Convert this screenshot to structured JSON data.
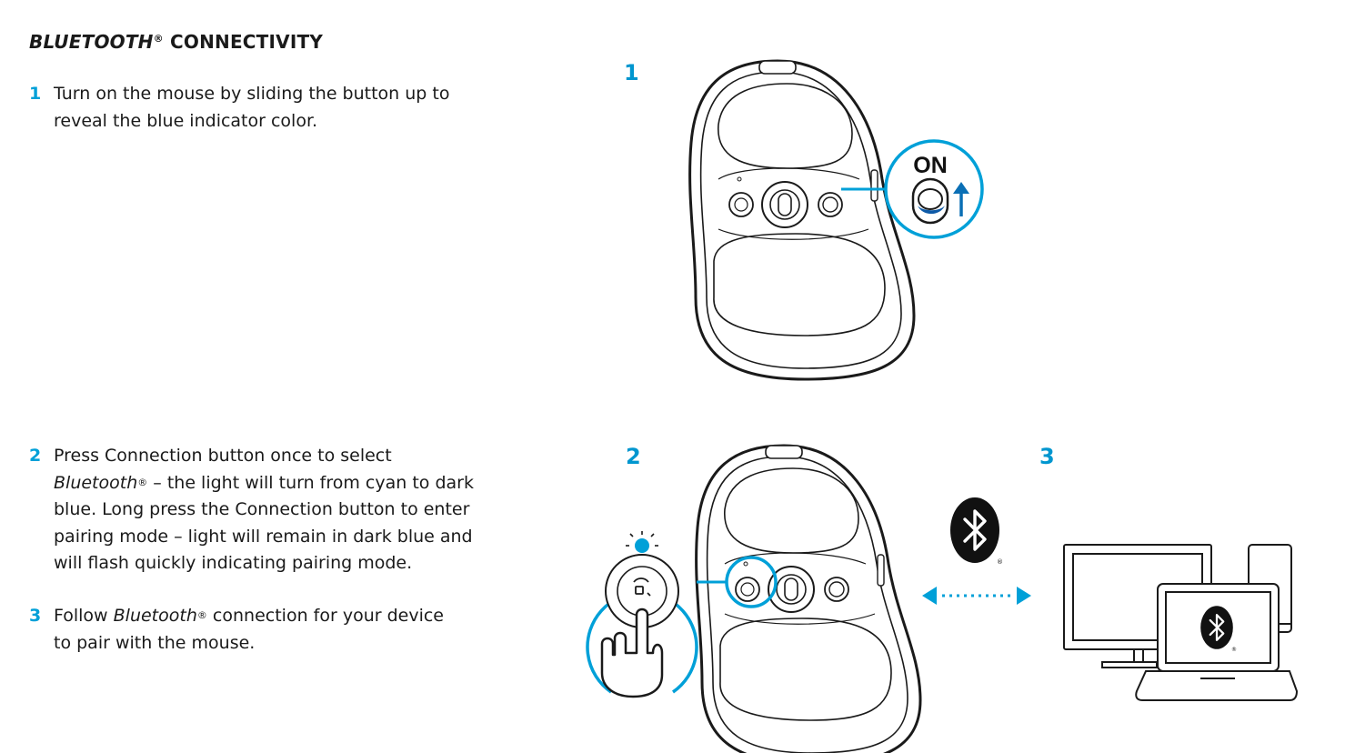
{
  "heading": {
    "italic": "BLUETOOTH",
    "reg": "®",
    "rest": " CONNECTIVITY"
  },
  "steps": [
    {
      "number": "1",
      "text": "Turn on the mouse by sliding the button up to reveal the blue indicator color."
    },
    {
      "number": "2",
      "line1": "Press Connection button once to select",
      "italic": "Bluetooth",
      "reg": "®",
      "rest": " – the light will turn from cyan to dark blue. Long press the Connection button to enter pairing mode – light will remain in dark blue and will flash quickly indicating pairing mode."
    },
    {
      "number": "3",
      "before": "Follow ",
      "italic": "Bluetooth",
      "reg": "®",
      "after": " connection for your device to pair with the mouse."
    }
  ],
  "figures": {
    "fig1_number": "1",
    "fig2_number": "2",
    "fig3_number": "3",
    "on_label": "ON",
    "accent_color": "#00a0d8",
    "icons": [
      "mouse-bottom",
      "power-switch",
      "connection-button",
      "pointing-hand",
      "bluetooth-logo",
      "desktop-monitor",
      "laptop",
      "phone"
    ]
  }
}
